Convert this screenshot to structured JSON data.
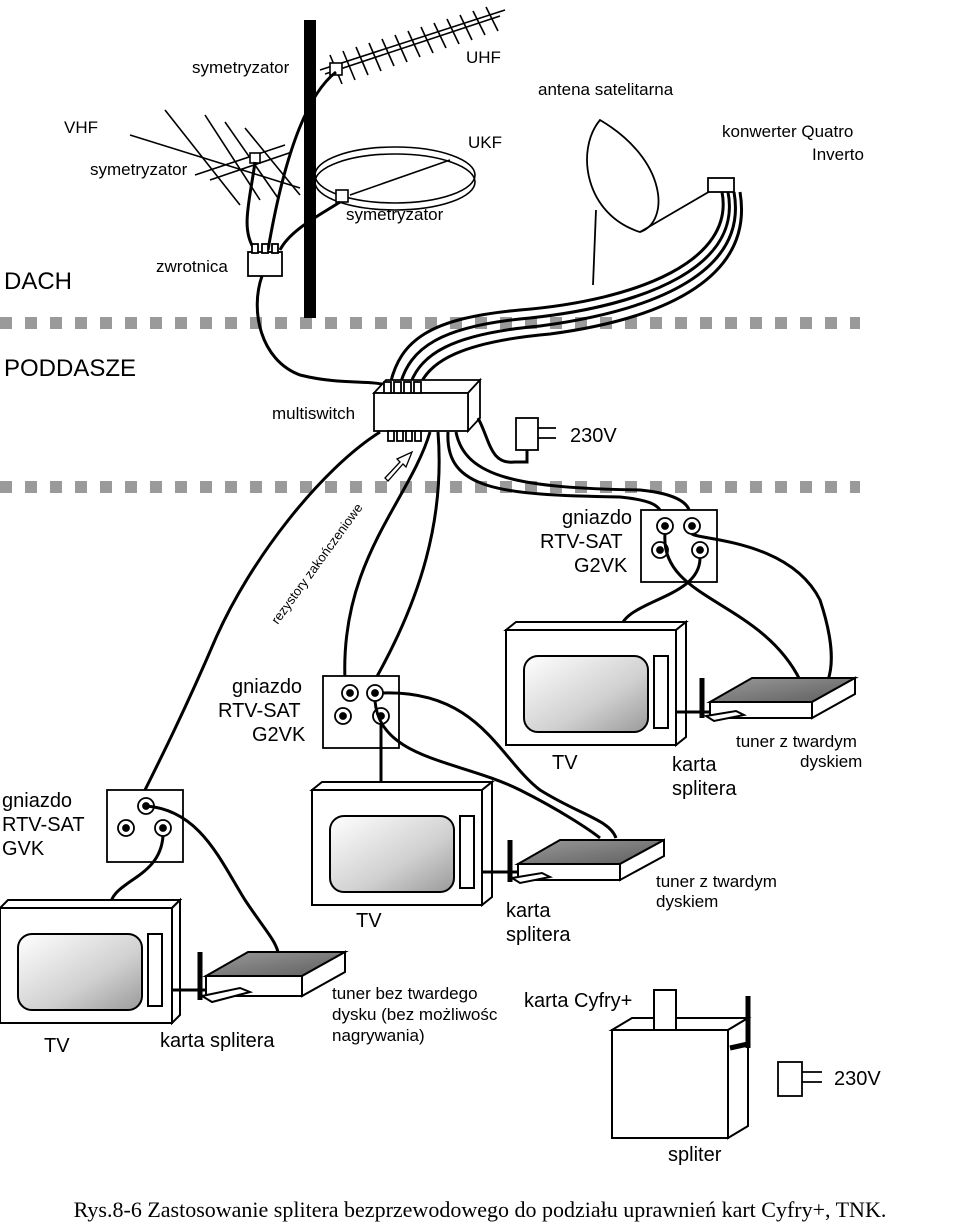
{
  "zones": {
    "roof": "DACH",
    "attic": "PODDASZE"
  },
  "antennas": {
    "symmetrizer_top": "symetryzator",
    "uhf": "UHF",
    "vhf": "VHF",
    "symmetrizer_left": "symetryzator",
    "ukf": "UKF",
    "symmetrizer_bottom": "symetryzator",
    "diplexer": "zwrotnica",
    "satellite_dish": "antena satelitarna",
    "converter_line1": "konwerter Quatro",
    "converter_line2": "Inverto"
  },
  "multiswitch": "multiswitch",
  "power_attic": "230V",
  "terminators": "rezystory zakończeniowe",
  "socket_right": {
    "line1": "gniazdo",
    "line2": "RTV-SAT",
    "line3": "G2VK"
  },
  "socket_middle": {
    "line1": "gniazdo",
    "line2": "RTV-SAT",
    "line3": "G2VK"
  },
  "socket_left": {
    "line1": "gniazdo",
    "line2": "RTV-SAT",
    "line3": "GVK"
  },
  "tv_right": "TV",
  "tv_middle": "TV",
  "tv_left": "TV",
  "card_right": {
    "line1": "karta",
    "line2": "splitera"
  },
  "card_middle": {
    "line1": "karta",
    "line2": "splitera"
  },
  "card_left": "karta splitera",
  "tuner_right": {
    "line1": "tuner z twardym",
    "line2": "dyskiem"
  },
  "tuner_middle": {
    "line1": "tuner z twardym",
    "line2": "dyskiem"
  },
  "tuner_left": {
    "line1": "tuner bez twardego",
    "line2": "dysku (bez możliwośc",
    "line3": "nagrywania)"
  },
  "cyfra_card": "karta Cyfry+",
  "splitter": "spliter",
  "power_splitter": "230V",
  "caption": "Rys.8-6 Zastosowanie splitera bezprzewodowego do podziału uprawnień kart Cyfry+, TNK."
}
